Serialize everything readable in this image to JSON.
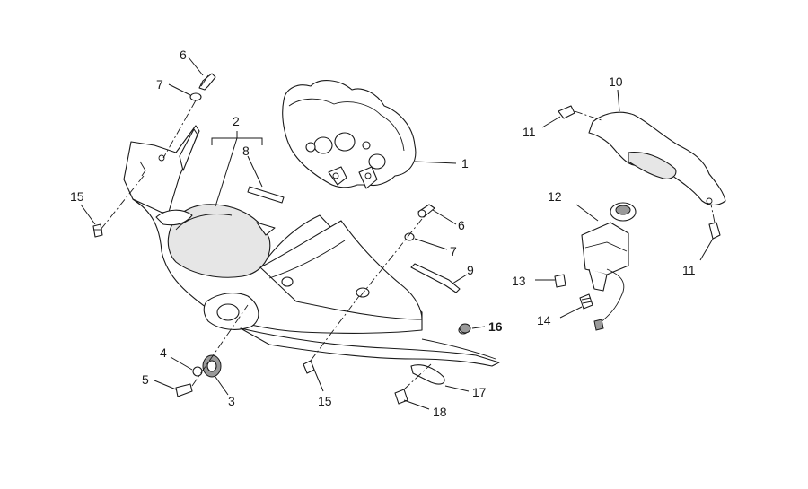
{
  "callouts": [
    {
      "id": "c1",
      "label": "1"
    },
    {
      "id": "c2",
      "label": "2"
    },
    {
      "id": "c3",
      "label": "3"
    },
    {
      "id": "c4",
      "label": "4"
    },
    {
      "id": "c5",
      "label": "5"
    },
    {
      "id": "c6a",
      "label": "6"
    },
    {
      "id": "c6b",
      "label": "6"
    },
    {
      "id": "c7a",
      "label": "7"
    },
    {
      "id": "c7b",
      "label": "7"
    },
    {
      "id": "c8",
      "label": "8"
    },
    {
      "id": "c9",
      "label": "9"
    },
    {
      "id": "c10",
      "label": "10"
    },
    {
      "id": "c11a",
      "label": "11"
    },
    {
      "id": "c11b",
      "label": "11"
    },
    {
      "id": "c12",
      "label": "12"
    },
    {
      "id": "c13",
      "label": "13"
    },
    {
      "id": "c14",
      "label": "14"
    },
    {
      "id": "c15a",
      "label": "15"
    },
    {
      "id": "c15b",
      "label": "15"
    },
    {
      "id": "c16",
      "label": "16"
    },
    {
      "id": "c17",
      "label": "17"
    },
    {
      "id": "c18",
      "label": "18"
    }
  ]
}
